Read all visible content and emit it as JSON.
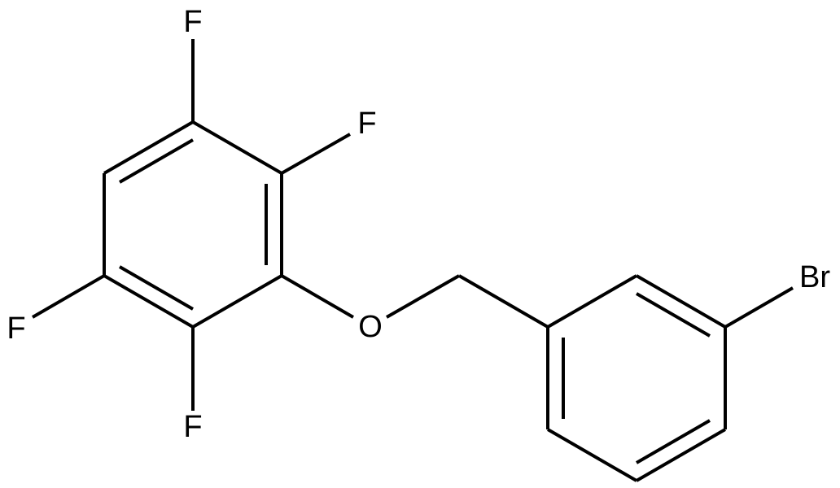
{
  "molecule": {
    "atoms": {
      "f_top": "F",
      "f_upper_right": "F",
      "f_left": "F",
      "f_bottom": "F",
      "oxygen": "O",
      "bromine": "Br"
    },
    "colors": {
      "bond": "#000000",
      "label": "#000000",
      "background": "#ffffff"
    }
  }
}
